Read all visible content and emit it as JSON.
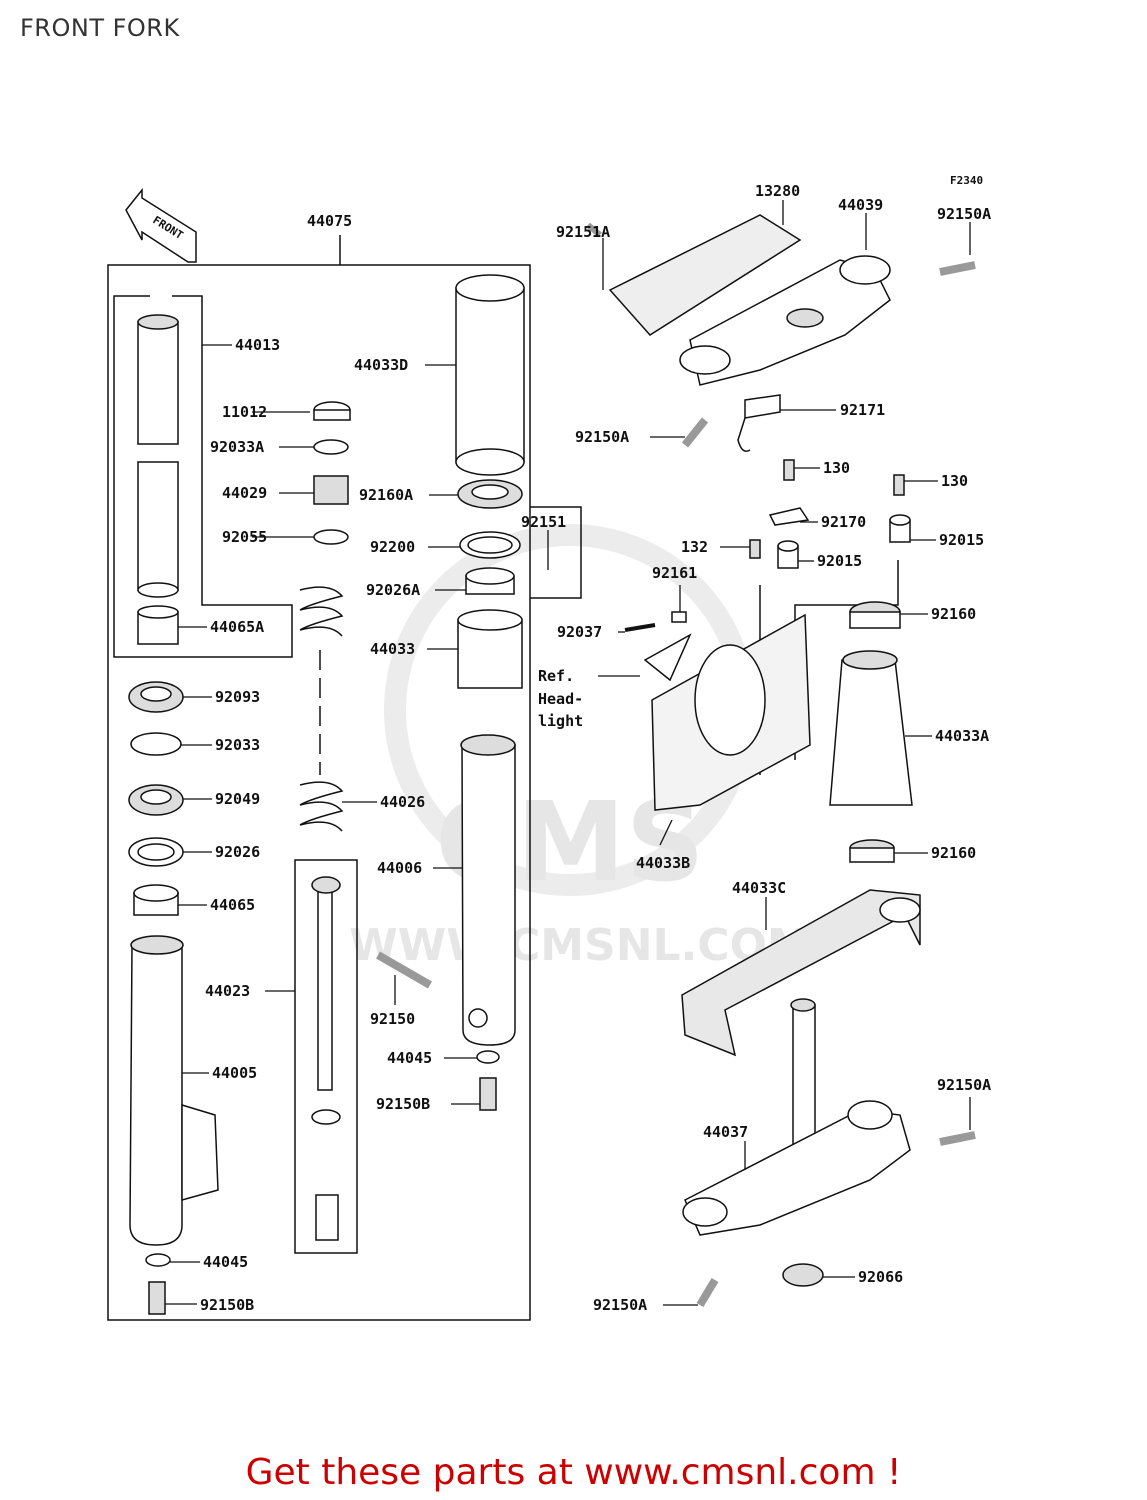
{
  "page": {
    "title": "FRONT FORK"
  },
  "figure_code": "F2340",
  "front_arrow": "FRONT",
  "watermark": {
    "brand": "CMS",
    "url": "WWW.CMSNL.COM"
  },
  "reference_note": [
    "Ref.",
    "Head-",
    "light"
  ],
  "parts": {
    "p44075": "44075",
    "p44013": "44013",
    "p11012": "11012",
    "p92033A": "92033A",
    "p44029": "44029",
    "p92055": "92055",
    "p44065A": "44065A",
    "p92093": "92093",
    "p92033": "92033",
    "p92049": "92049",
    "p92026": "92026",
    "p44065": "44065",
    "p44023": "44023",
    "p44005": "44005",
    "p44045a": "44045",
    "p92150Ba": "92150B",
    "p44033D": "44033D",
    "p92160A": "92160A",
    "p92200": "92200",
    "p92151": "92151",
    "p92026A": "92026A",
    "p44033": "44033",
    "p44026": "44026",
    "p44006": "44006",
    "p92150": "92150",
    "p44045b": "44045",
    "p92150Bb": "92150B",
    "p13280": "13280",
    "p44039": "44039",
    "p92150Aa": "92150A",
    "p92151A": "92151A",
    "p92171": "92171",
    "p92150Ab": "92150A",
    "p130a": "130",
    "p130b": "130",
    "p92170": "92170",
    "p92015a": "92015",
    "p132": "132",
    "p92015b": "92015",
    "p92161": "92161",
    "p92160a": "92160",
    "p92037": "92037",
    "p44033A": "44033A",
    "p44033B": "44033B",
    "p92160b": "92160",
    "p44033C": "44033C",
    "p92150Ac": "92150A",
    "p44037": "44037",
    "p92066": "92066",
    "p92150Ad": "92150A"
  },
  "footer": "Get these parts at www.cmsnl.com !",
  "colors": {
    "footer": "#cc0000",
    "line": "#111111",
    "part_shade": "#cfcfcf"
  }
}
